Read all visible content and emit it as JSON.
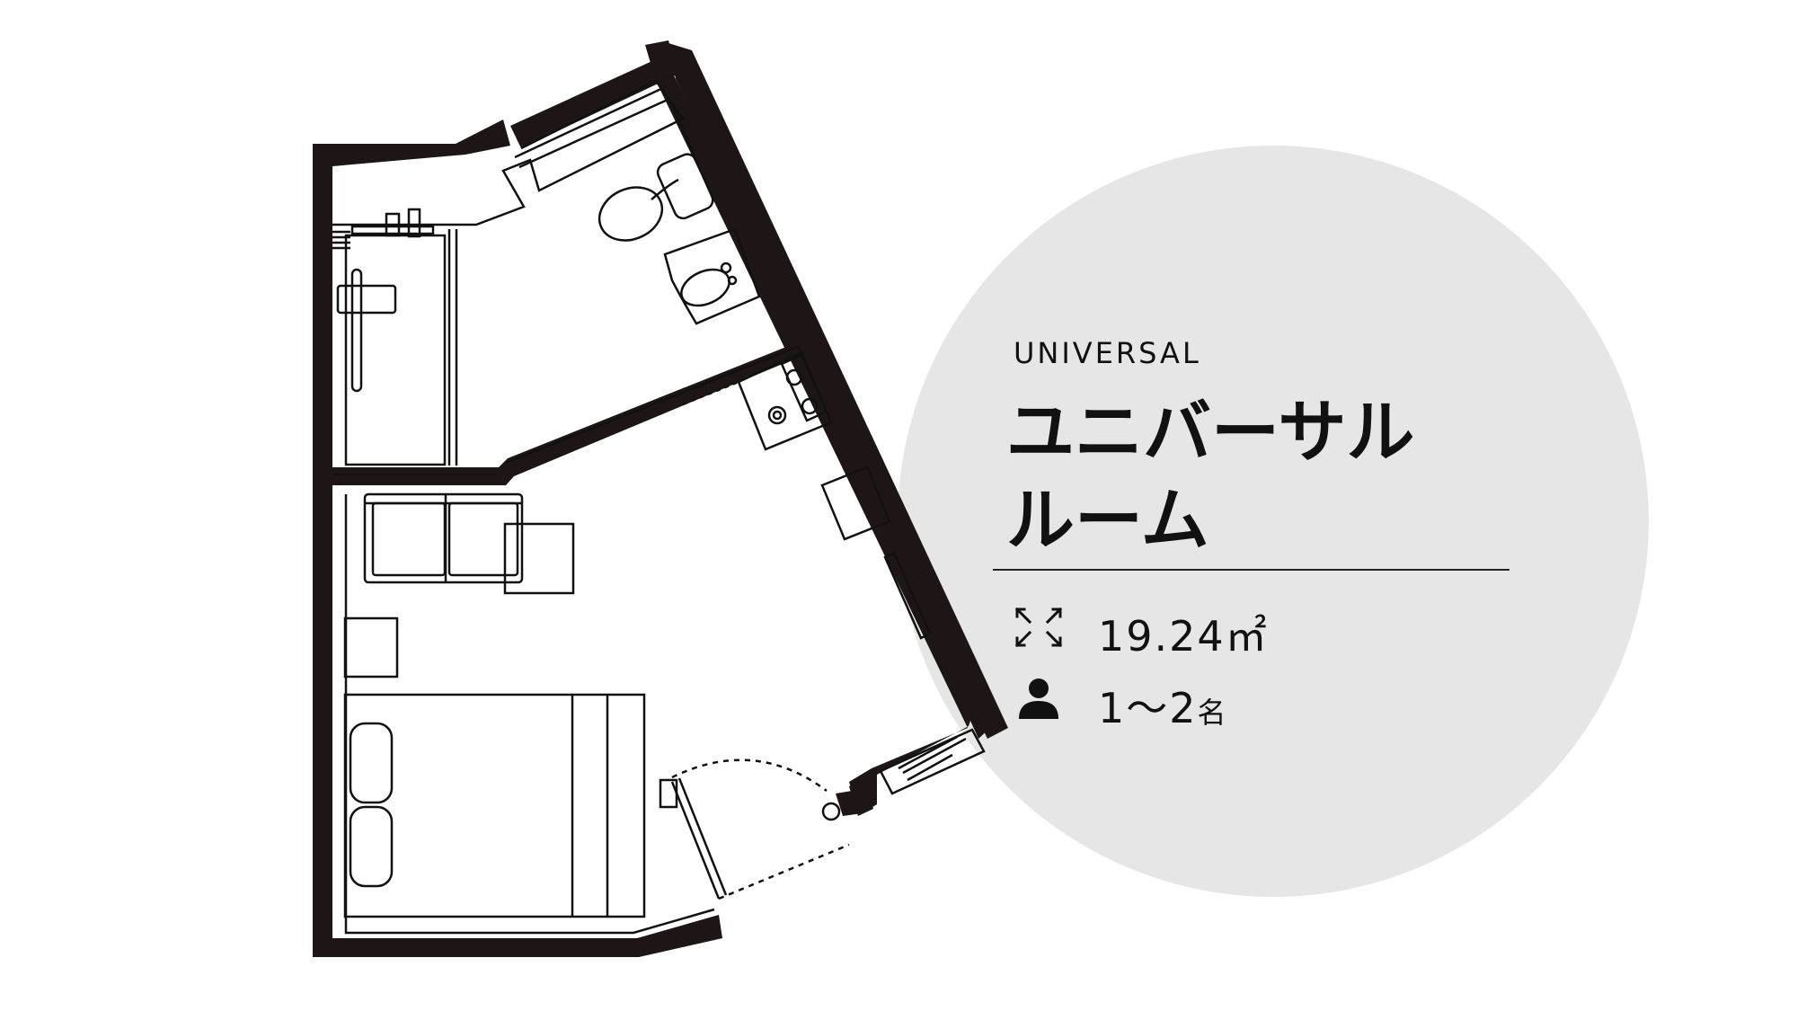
{
  "room": {
    "name_en": "UNIVERSAL",
    "name_jp_line1": "ユニバーサル",
    "name_jp_line2": "ルーム"
  },
  "specs": {
    "area": "19.24㎡",
    "capacity_number": "1〜2",
    "capacity_unit": "名"
  },
  "icons": {
    "area": "expand-arrows-icon",
    "capacity": "person-icon"
  },
  "colors": {
    "circle_bg": "#e6e6e6",
    "wall": "#1e1616",
    "line": "#111111"
  }
}
